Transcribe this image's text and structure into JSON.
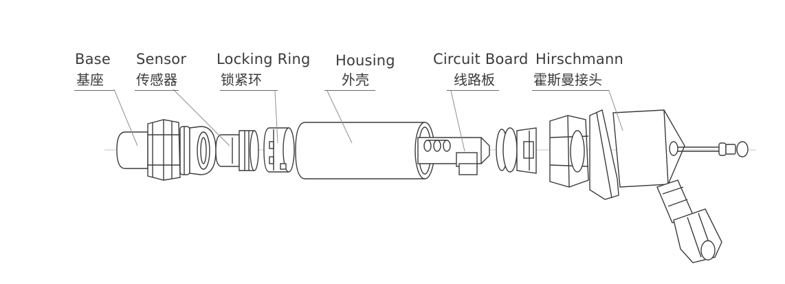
{
  "labels": [
    {
      "id": "base",
      "en": "Base",
      "zh": "基座"
    },
    {
      "id": "sensor",
      "en": "Sensor",
      "zh": "传感器"
    },
    {
      "id": "locking_ring",
      "en": "Locking Ring",
      "zh": "锁紧环"
    },
    {
      "id": "housing",
      "en": "Housing",
      "zh": "外壳"
    },
    {
      "id": "circuit_board",
      "en": "Circuit Board",
      "zh": "线路板"
    },
    {
      "id": "hirschmann",
      "en": "Hirschmann",
      "zh": "霍斯曼接头"
    }
  ],
  "colors": {
    "line": "#3a3a3a",
    "leader": "#8a8a8a",
    "axis": "#bdbdbd",
    "fill": "#ffffff"
  }
}
